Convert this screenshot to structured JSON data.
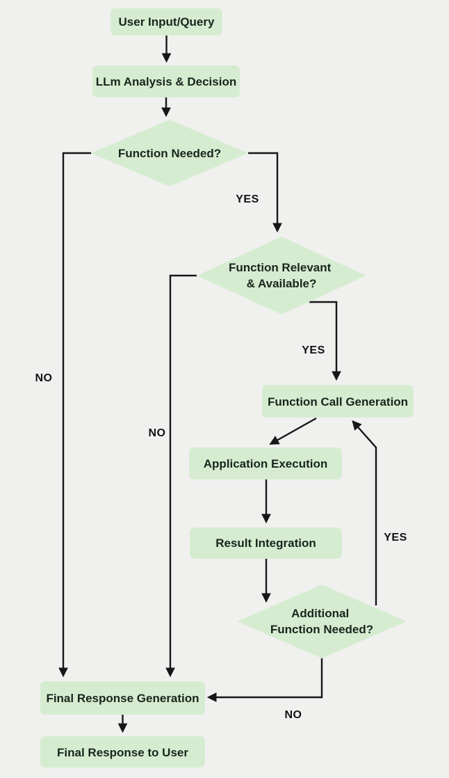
{
  "colors": {
    "background": "#f0f1ef",
    "node_fill": "#d6ecd1",
    "node_text": "#17261c",
    "edge_line": "#161616",
    "edge_label_text": "#121212"
  },
  "nodes": {
    "user_input": {
      "type": "process",
      "label": "User Input/Query"
    },
    "llm_analysis": {
      "type": "process",
      "label": "LLm Analysis & Decision"
    },
    "function_needed": {
      "type": "decision",
      "label": "Function Needed?"
    },
    "function_relevant": {
      "type": "decision",
      "lines": [
        "Function Relevant",
        "& Available?"
      ]
    },
    "function_call_generation": {
      "type": "process",
      "label": "Function Call Generation"
    },
    "application_execution": {
      "type": "process",
      "label": "Application Execution"
    },
    "result_integration": {
      "type": "process",
      "label": "Result Integration"
    },
    "additional_function": {
      "type": "decision",
      "lines": [
        "Additional",
        "Function Needed?"
      ]
    },
    "final_response_generation": {
      "type": "process",
      "label": "Final Response Generation"
    },
    "final_response_to_user": {
      "type": "process",
      "label": "Final Response to User"
    }
  },
  "edge_labels": {
    "function_needed_yes": "YES",
    "function_needed_no": "NO",
    "function_relevant_yes": "YES",
    "function_relevant_no": "NO",
    "additional_function_yes": "YES",
    "additional_function_no": "NO"
  }
}
